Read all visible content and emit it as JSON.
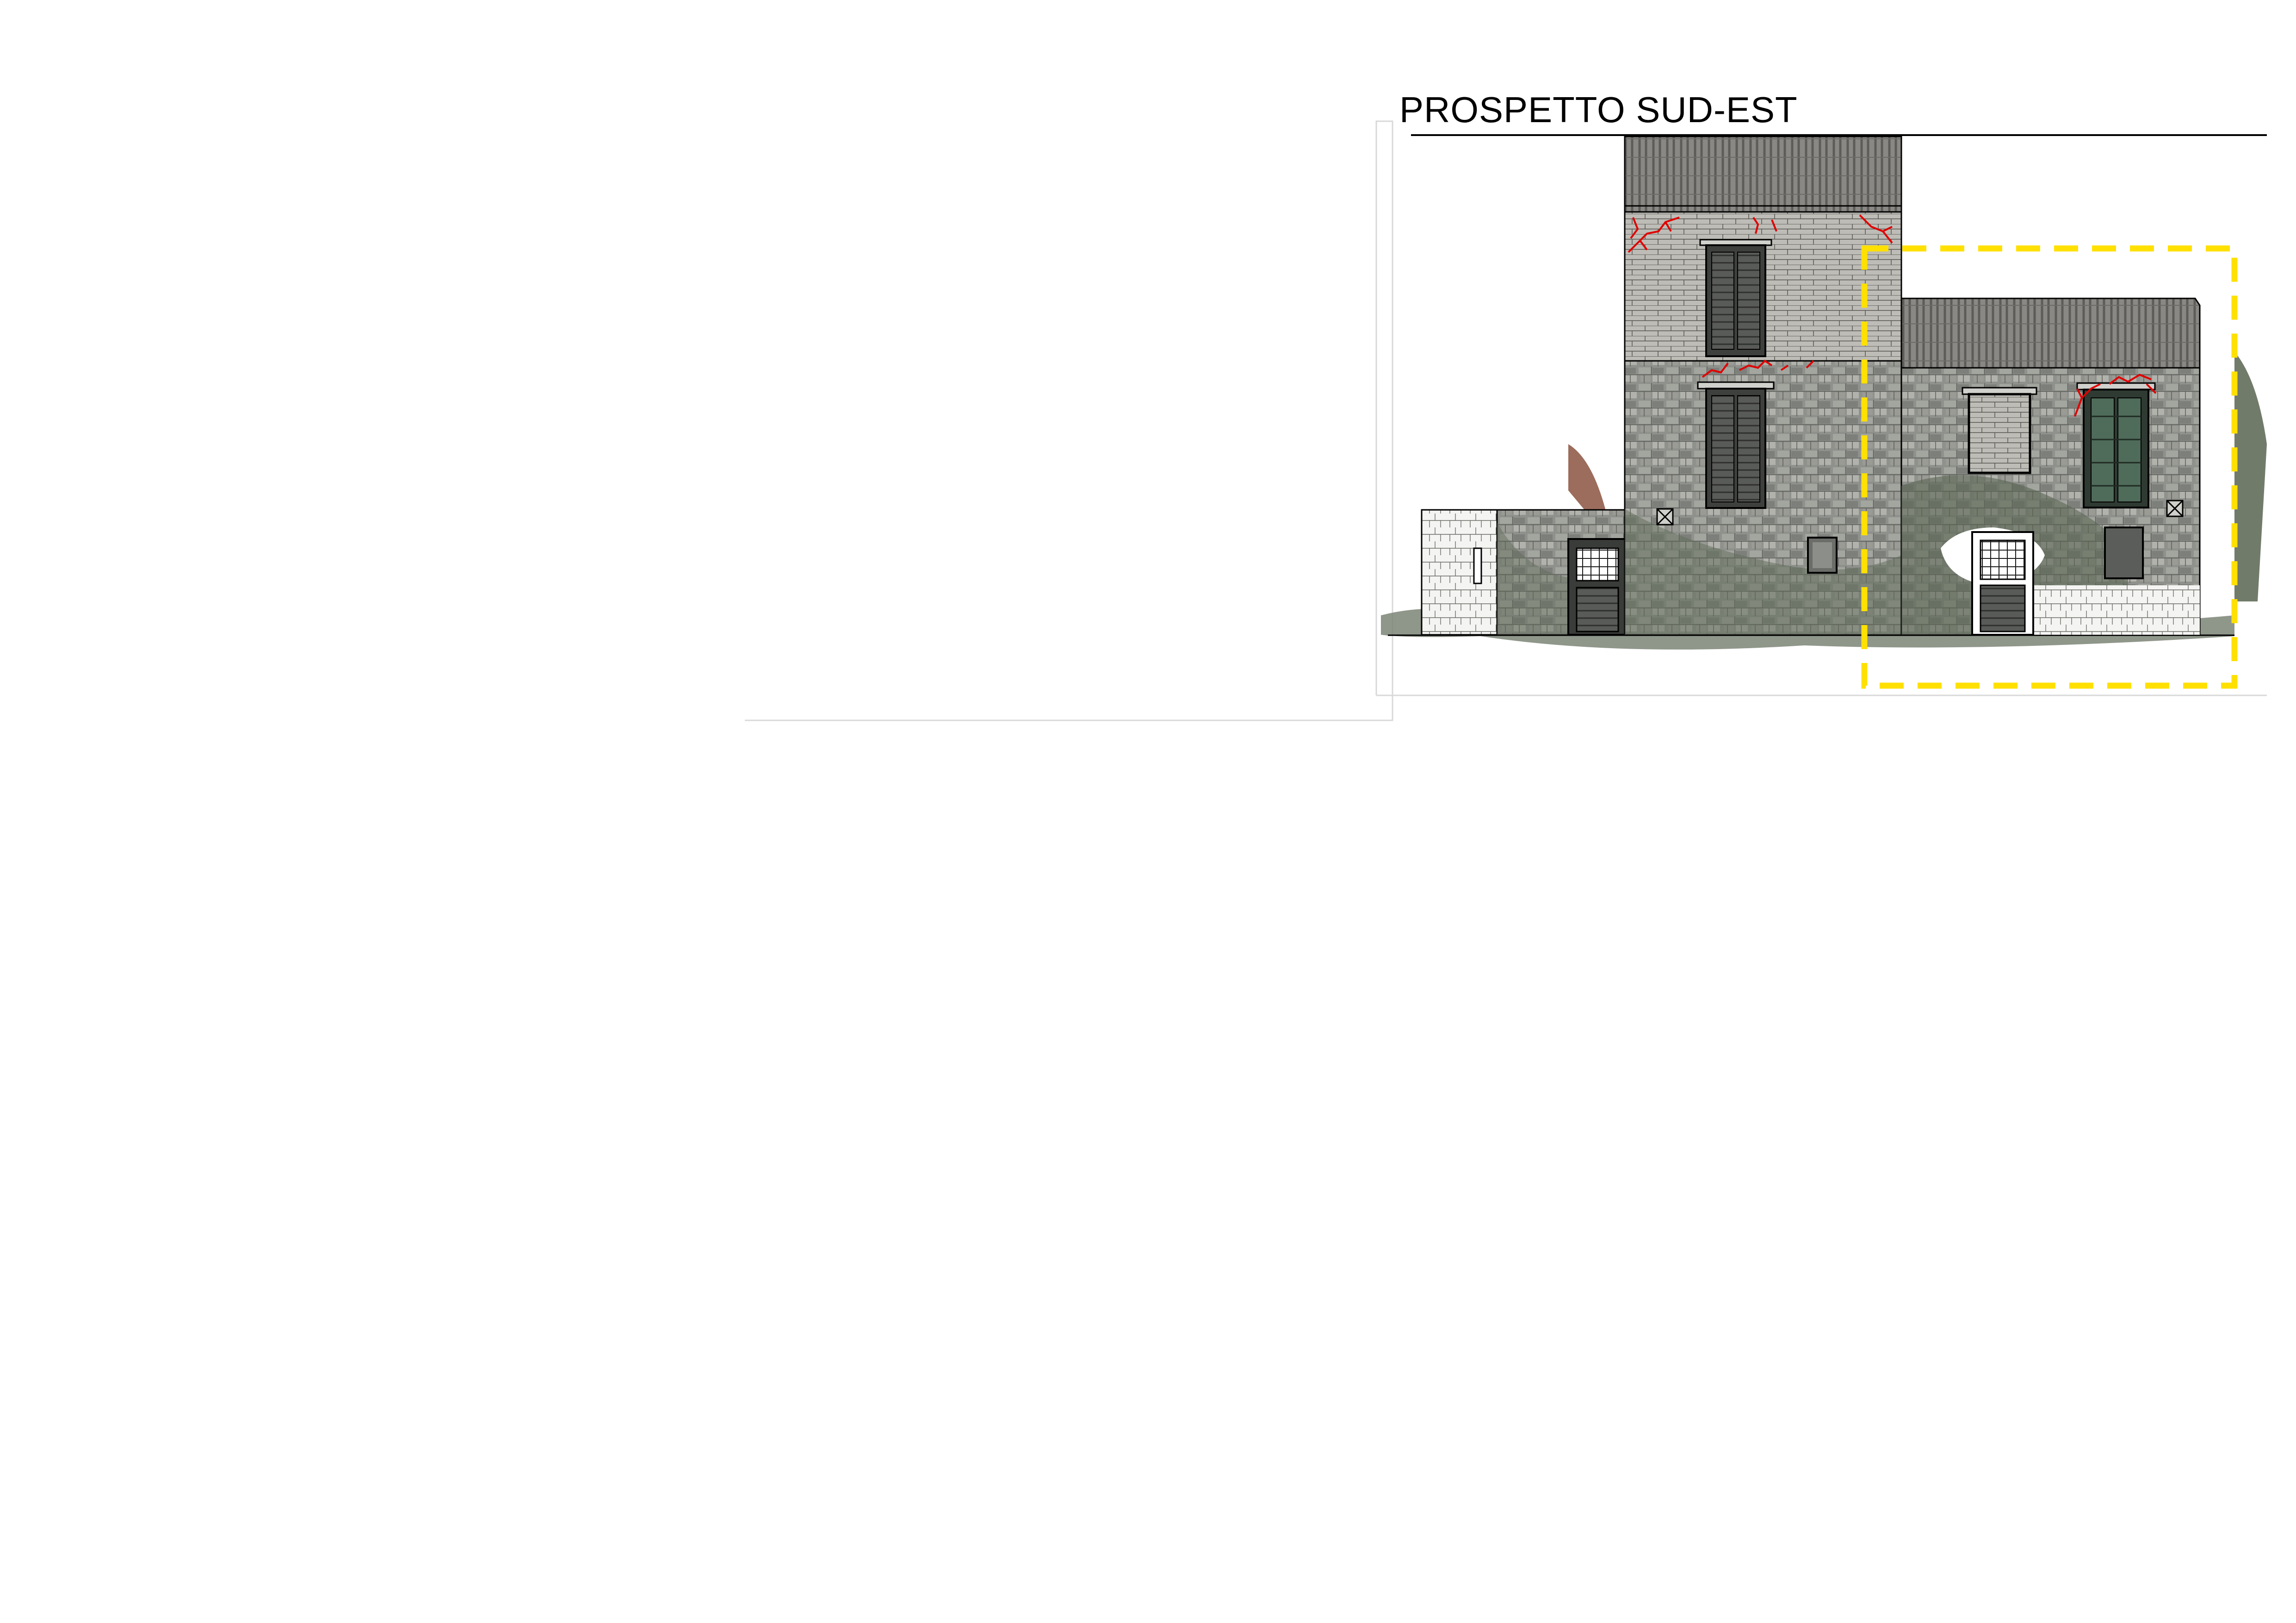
{
  "drawing": {
    "title": "PROSPETTO SUD-EST"
  },
  "colors": {
    "highlight_frame": "#FFE000",
    "crack_marks": "#E00000",
    "stone_wall": "#8f918c",
    "roof_tiles": "#7c7a76",
    "vegetation": "#5f6b57",
    "outline": "#000000"
  },
  "elements": {
    "roof": [
      "roof-upper",
      "roof-lower"
    ],
    "openings": [
      "window-top",
      "window-middle",
      "window-bricked",
      "window-right",
      "door-left",
      "door-center"
    ],
    "annotations": [
      "crack-marks",
      "highlight-frame"
    ]
  }
}
